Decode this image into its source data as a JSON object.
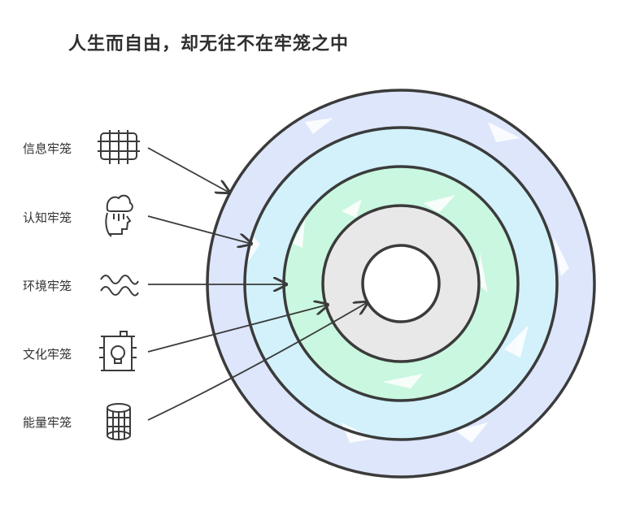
{
  "title": "人生而自由，却无往不在牢笼之中",
  "cages": [
    {
      "label": "信息牢笼",
      "icon": "grid-cage-icon"
    },
    {
      "label": "认知牢笼",
      "icon": "head-cloud-icon"
    },
    {
      "label": "环境牢笼",
      "icon": "wave-icon"
    },
    {
      "label": "文化牢笼",
      "icon": "skull-scroll-icon"
    },
    {
      "label": "能量牢笼",
      "icon": "cylinder-cage-icon"
    }
  ],
  "colors": {
    "ring_outer": "#dde6fb",
    "ring_second": "#d2f1fb",
    "ring_third": "#c9f7df",
    "ring_fourth": "#e8e8e8",
    "stroke": "#3b3b3b"
  }
}
